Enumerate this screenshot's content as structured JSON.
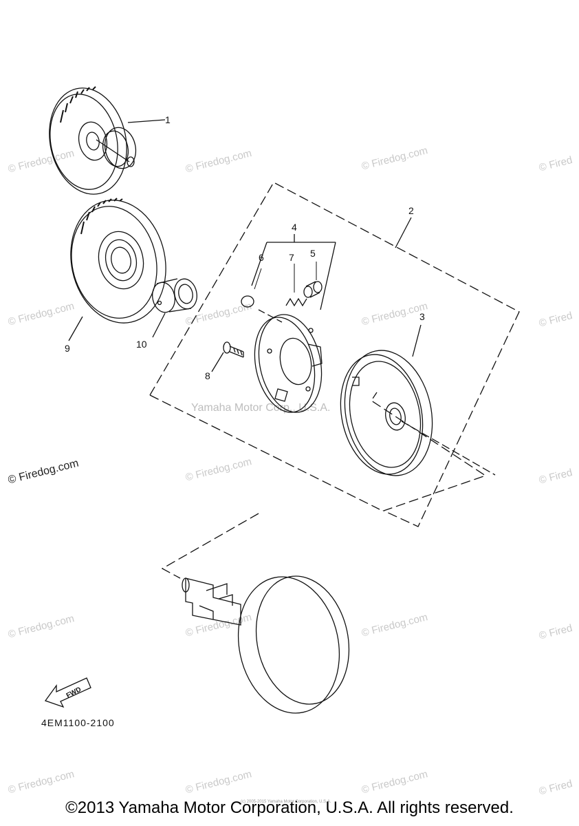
{
  "watermark": "© Firedog.com",
  "watermark_cut": "© Fired",
  "callouts": {
    "c1": "1",
    "c2": "2",
    "c3": "3",
    "c4": "4",
    "c5": "5",
    "c6": "6",
    "c7": "7",
    "c8": "8",
    "c9": "9",
    "c10": "10"
  },
  "fwd_label": "FWD",
  "diagram_code": "4EM1100-2100",
  "manufacturer_watermark": "Yamaha Motor Corp., U.S.A.",
  "tiny_copyright": "(c) 2005-2015 Yamaha Motor Corporation, U.S.A.",
  "footer_copyright": "©2013 Yamaha Motor Corporation, U.S.A. All rights reserved."
}
